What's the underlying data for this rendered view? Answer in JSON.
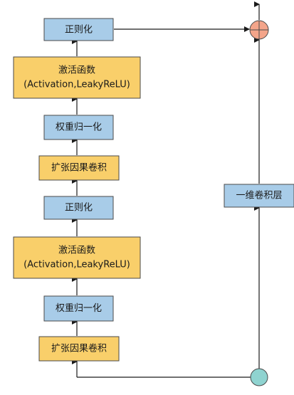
{
  "blocks": {
    "conv1": "扩张因果卷积",
    "wn1": "权重归一化",
    "act1_line1": "激活函数",
    "act1_line2": "(Activation,LeakyReLU)",
    "norm1": "正则化",
    "conv2": "扩张因果卷积",
    "wn2": "权重归一化",
    "act2_line1": "激活函数",
    "act2_line2": "(Activation,LeakyReLU)",
    "norm2": "正则化",
    "conv1d": "一维卷积层"
  },
  "colors": {
    "blue_block": "#a8cce8",
    "yellow_block": "#f9cf6a",
    "add_node": "#f4a58a",
    "input_node": "#8fd3d0"
  }
}
